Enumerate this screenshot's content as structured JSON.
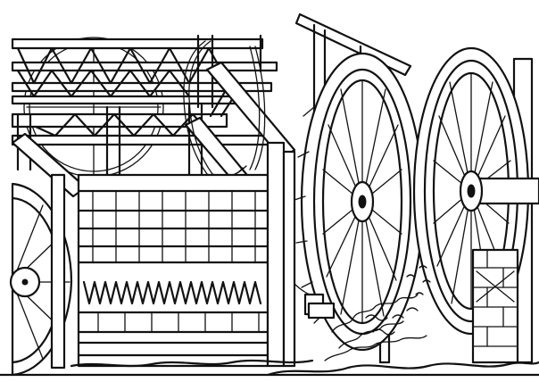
{
  "scene": {
    "kind": "line-art-illustration",
    "palette": {
      "ink": "#111111",
      "paper": "#ffffff"
    },
    "subjects": [
      {
        "name": "large-water-wheel",
        "count": 2
      },
      {
        "name": "small-water-wheel",
        "count": 1
      },
      {
        "name": "timber-trestle-frame",
        "count": 1
      },
      {
        "name": "stamp-mill-battery",
        "count": 1
      },
      {
        "name": "drive-chain",
        "count": 2
      },
      {
        "name": "splashing-water",
        "count": 1
      }
    ]
  }
}
